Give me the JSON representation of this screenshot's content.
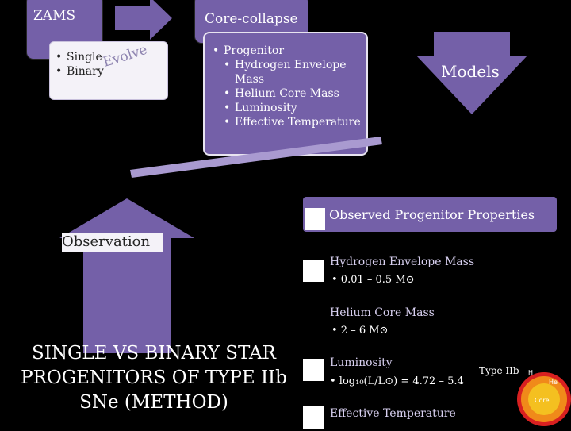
{
  "zams": {
    "title": "ZAMS",
    "bullets": [
      "Single",
      "Binary"
    ],
    "evolve_label": "Evolve"
  },
  "core_collapse": {
    "title": "Core-collapse",
    "header": "Progenitor",
    "items": [
      "Hydrogen Envelope Mass",
      "Helium Core Mass",
      "Luminosity",
      "Effective Temperature"
    ]
  },
  "models_label": "Models",
  "observed_label": "Observed Progenitor Properties",
  "observation_label": "Observation",
  "slide_title": "SINGLE VS BINARY STAR PROGENITORS OF TYPE IIb SNe (METHOD)",
  "properties": [
    {
      "title": "Hydrogen Envelope Mass",
      "value": "• 0.01 – 0.5 M⊙"
    },
    {
      "title": "Helium Core Mass",
      "value": "• 2 – 6 M⊙"
    },
    {
      "title": "Luminosity",
      "value": "• log₁₀(L/L⊙) = 4.72 – 5.4"
    },
    {
      "title": "Effective Temperature",
      "value": ""
    }
  ],
  "star_diagram": {
    "caption": "Type IIb",
    "h_label": "H",
    "he_label": "He",
    "core_label": "Core"
  },
  "colors": {
    "box": "#7460a8",
    "arrow": "#7460a8",
    "core_red": "#d82020",
    "core_orange": "#f08a1a",
    "core_yellow": "#f4c020"
  }
}
